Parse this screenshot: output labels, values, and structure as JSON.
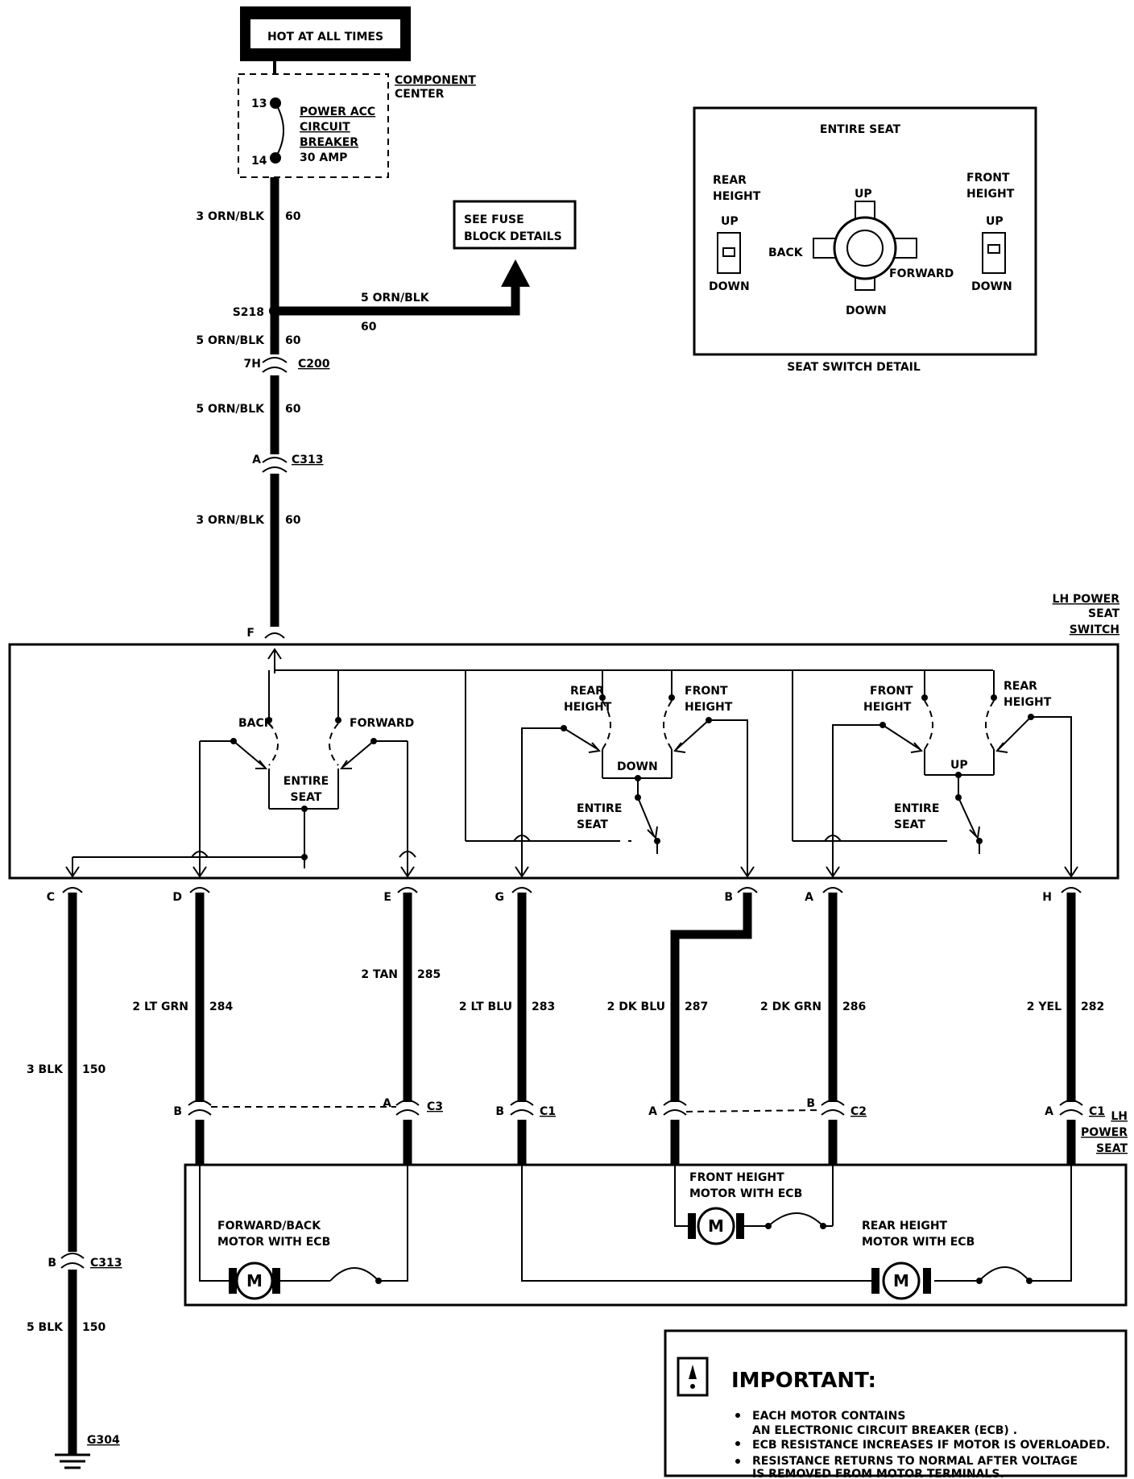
{
  "power": {
    "hot_label": "HOT AT ALL TIMES",
    "component_center_1": "COMPONENT",
    "component_center_2": "CENTER",
    "breaker_1": "POWER ACC",
    "breaker_2": "CIRCUIT",
    "breaker_3": "BREAKER",
    "breaker_4": "30 AMP",
    "pin_top": "13",
    "pin_bottom": "14",
    "fuse_block_1": "SEE FUSE",
    "fuse_block_2": "BLOCK DETAILS"
  },
  "feed": {
    "w1_label": "3 ORN/BLK",
    "w1_circuit": "60",
    "splice": "S218",
    "branch_label": "5 ORN/BLK",
    "branch_circuit": "60",
    "w2_label": "5 ORN/BLK",
    "w2_circuit": "60",
    "c200_pin": "7H",
    "c200": "C200",
    "w3_label": "5 ORN/BLK",
    "w3_circuit": "60",
    "c313_pin": "A",
    "c313": "C313",
    "w4_label": "3 ORN/BLK",
    "w4_circuit": "60",
    "switch_pin": "F"
  },
  "seat_switch_detail": {
    "title": "ENTIRE SEAT",
    "rear_1": "REAR",
    "rear_2": "HEIGHT",
    "front_1": "FRONT",
    "front_2": "HEIGHT",
    "up": "UP",
    "down": "DOWN",
    "back": "BACK",
    "forward": "FORWARD",
    "caption": "SEAT SWITCH DETAIL"
  },
  "lh_switch": {
    "name_1": "LH POWER",
    "name_2": "SEAT",
    "name_3": "SWITCH",
    "back": "BACK",
    "forward": "FORWARD",
    "entire": "ENTIRE",
    "seat": "SEAT",
    "rear": "REAR",
    "front": "FRONT",
    "height": "HEIGHT",
    "down": "DOWN",
    "up": "UP"
  },
  "wires": [
    {
      "pin": "C",
      "label": "3 BLK",
      "circuit": "150"
    },
    {
      "pin": "D",
      "label": "2 LT GRN",
      "circuit": "284"
    },
    {
      "pin": "E",
      "label": "2 TAN",
      "circuit": "285"
    },
    {
      "pin": "G",
      "label": "2 LT BLU",
      "circuit": "283"
    },
    {
      "pin": "B",
      "label": "2 DK BLU",
      "circuit": "287"
    },
    {
      "pin": "A",
      "label": "2 DK GRN",
      "circuit": "286"
    },
    {
      "pin": "H",
      "label": "2 YEL",
      "circuit": "282"
    }
  ],
  "seat_connectors": {
    "c3_b": "B",
    "c3_a": "A",
    "c3": "C3",
    "c1_b": "B",
    "c1a": "C1",
    "c2_a": "A",
    "c2_b": "B",
    "c2": "C2",
    "c1_a": "A",
    "c1b": "C1",
    "seat_1": "LH",
    "seat_2": "POWER",
    "seat_3": "SEAT"
  },
  "motors": {
    "fb_1": "FORWARD/BACK",
    "fb_2": "MOTOR WITH ECB",
    "front_1": "FRONT HEIGHT",
    "front_2": "MOTOR WITH ECB",
    "rear_1": "REAR HEIGHT",
    "rear_2": "MOTOR WITH ECB",
    "m": "M"
  },
  "ground": {
    "c313_pin": "B",
    "c313": "C313",
    "label": "5 BLK",
    "circuit": "150",
    "g": "G304"
  },
  "important": {
    "title": "IMPORTANT:",
    "b1_1": "EACH MOTOR CONTAINS",
    "b1_2": "AN ELECTRONIC CIRCUIT BREAKER (ECB) .",
    "b2": "ECB RESISTANCE INCREASES IF MOTOR IS OVERLOADED.",
    "b3_1": "RESISTANCE RETURNS TO NORMAL AFTER VOLTAGE",
    "b3_2": "IS REMOVED FROM MOTOR TERMINALS."
  }
}
